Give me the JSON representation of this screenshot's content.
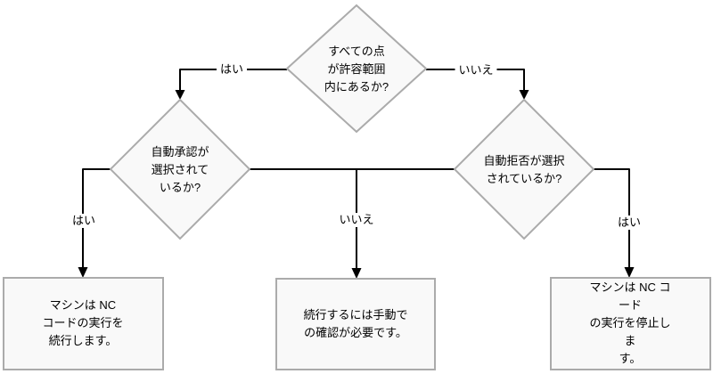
{
  "diagram": {
    "type": "flowchart",
    "background": "#ffffff",
    "colors": {
      "shape_border": "#ababab",
      "shape_fill": "#f9f9f9",
      "connector": "#000000",
      "text": "#000000"
    },
    "nodes": {
      "q_all_points": {
        "shape": "decision",
        "text": "すべての点\nが許容範囲\n内にあるか?"
      },
      "q_auto_approve": {
        "shape": "decision",
        "text": "自動承認が\n選択されて\nいるか?"
      },
      "q_auto_reject": {
        "shape": "decision",
        "text": "自動拒否が選択\nされているか?"
      },
      "r_continue": {
        "shape": "process",
        "text": "マシンは NC\nコードの実行を\n続行します。"
      },
      "r_manual": {
        "shape": "process",
        "text": "続行するには手動で\nの確認が必要です。"
      },
      "r_stop": {
        "shape": "process",
        "text": "マシンは NC コード\nの実行を停止しま\nす。"
      }
    },
    "edge_labels": {
      "top_yes": "はい",
      "top_no": "いいえ",
      "left_yes": "はい",
      "middle_no": "いいえ",
      "right_yes": "はい"
    }
  }
}
